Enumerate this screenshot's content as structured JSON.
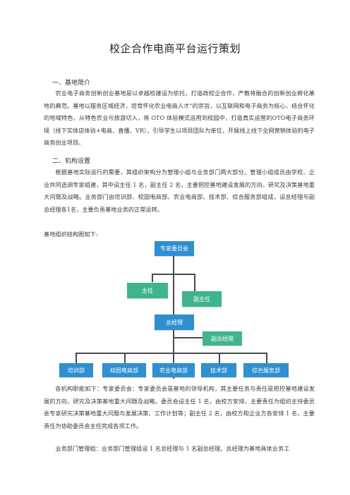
{
  "document": {
    "title": "校企合作电商平台运行策划",
    "section1": {
      "heading": "一、基地简介",
      "paragraph": "农业电子商务创新创业基地是以卓越校建设为依托，打造政校企合作，产教将融合的创新创业孵化基地的典范。基地以服务区域经济，培育怀化农业电商人才”的宗旨，以互联网和电子商务为核心，结合怀化的地域特色，从特色农业与旅游切入，将 OTO 体验模式运用到校园中，打造真实运营的OTO电子商务环境（线下实体店体验+电商、直播、VR），引导学生以项目团队为单位，开展线上线下全网营销体验的电子商务创业项目。"
    },
    "section2": {
      "heading": "二、机构设置",
      "paragraph": "根据基地实际运行的需要，其组织架构分为管理小组与业务部门两大部分。管理小组成员由学校、企业共同选调专家组建，其中设主任 1 名，副主任 2 名，主要把控基地建设发展的方向，研究及决策基地重大问题及战略。业务部门由培训部、校园电商部、农业电商部、技术部、综合服务部组成，设总经理与副总经理各1名，主要负责基地业务的正常运转。",
      "chart_caption": "基地组织结构图如下:"
    },
    "org_chart": {
      "committee": "专家委员会",
      "director": "主任",
      "deputy_director": "副主任",
      "general_manager": "总经理",
      "deputy_general_manager": "副总经理",
      "departments": [
        "培训部",
        "校园电商部",
        "农业电商部",
        "技术部",
        "综合服务部"
      ]
    },
    "section3": {
      "paragraph1": "各机构职能如下：专家委员会：专家委员会是基地的领导机构，其主要任务与责任是把控基地建设发展的方向，研究及决策基地重大问题及战略。委员会设主任 1 名，由校方安排，主要责任为组织主持委员会专家研究决策基地重大问题与发展决策、工作计划等；副主任 2 名，由校方和企业方各安排 1 名，主要责任为协助委员会主任完成各项工作。",
      "paragraph2": "业务部门管理组：业务部门管理组设 1 名总经理与 1 名副总经理。总经理为基地具体业务工"
    }
  }
}
